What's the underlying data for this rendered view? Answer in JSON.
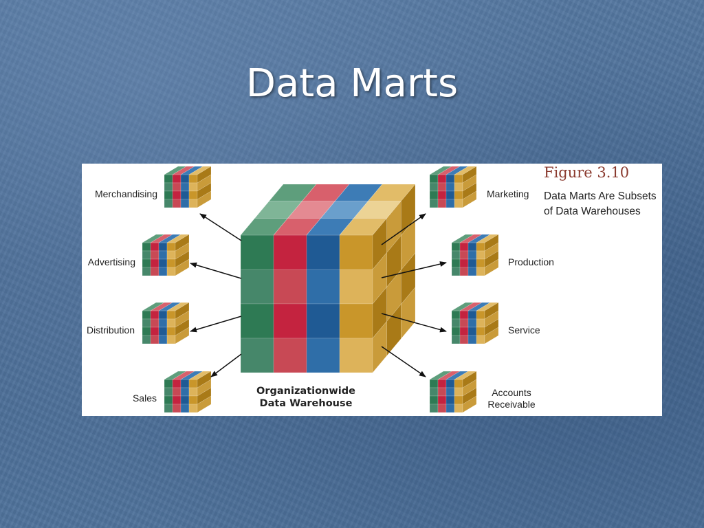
{
  "slide": {
    "title": "Data Marts"
  },
  "figure": {
    "number": "Figure 3.10",
    "caption_line1": "Data Marts Are Subsets",
    "caption_line2": "of Data Warehouses",
    "warehouse_label_line1": "Organizationwide",
    "warehouse_label_line2": "Data Warehouse",
    "left_marts": [
      "Merchandising",
      "Advertising",
      "Distribution",
      "Sales"
    ],
    "right_marts": [
      "Marketing",
      "Production",
      "Service"
    ],
    "right_mart_multiline_line1": "Accounts",
    "right_mart_multiline_line2": "Receivable"
  },
  "colors": {
    "green": "#2e7a54",
    "red": "#c4233f",
    "blue": "#1f5a94",
    "gold": "#c9962a",
    "caption_accent": "#8a3a2e"
  }
}
